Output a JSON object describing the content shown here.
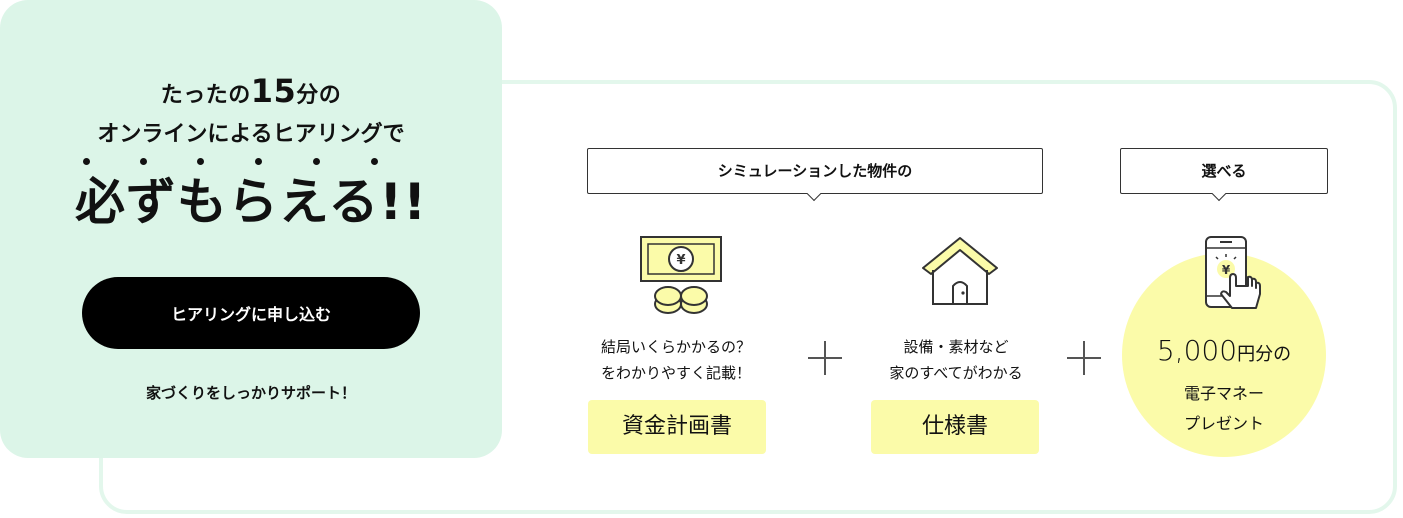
{
  "hero": {
    "line1_prefix": "たったの",
    "line1_number": "15",
    "line1_suffix": "分の",
    "line2": "オンラインによるヒアリングで",
    "headline": "必ずもらえる!!",
    "cta_label": "ヒアリングに申し込む",
    "subtext": "家づくりをしっかりサポート！"
  },
  "benefits": {
    "group1_label": "シミュレーションした物件の",
    "group2_label": "選べる",
    "item1": {
      "icon": "yen-bill-coins-icon",
      "caption_line1": "結局いくらかかるの？",
      "caption_line2": "をわかりやすく記載！",
      "label": "資金計画書"
    },
    "item2": {
      "icon": "house-icon",
      "caption_line1": "設備・素材など",
      "caption_line2": "家のすべてがわかる",
      "label": "仕様書"
    },
    "item3": {
      "icon": "smartphone-tap-icon",
      "amount": "5,000",
      "amount_unit": "円分の",
      "line1": "電子マネー",
      "line2": "プレゼント"
    }
  },
  "colors": {
    "mint": "#dcf5e8",
    "highlight_yellow": "#fbfba9",
    "cta_black": "#000000"
  }
}
